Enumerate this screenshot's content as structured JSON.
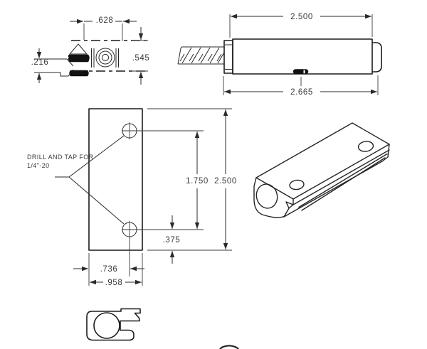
{
  "drawing": {
    "background": "#ffffff",
    "line_color": "#1c1c1c",
    "text_color": "#3a3a3a",
    "views": {
      "section_end_view": {
        "label": "end-section-view",
        "dims": {
          "width_top": ".628",
          "height_right": ".545",
          "height_left": ".216"
        }
      },
      "side_view": {
        "label": "side-view-with-threaded-stud",
        "dims": {
          "body_length": "2.500",
          "overall_length": "2.665"
        }
      },
      "plan_view": {
        "label": "mounting-plate-plan-view",
        "dims": {
          "hole_spacing": "1.750",
          "overall_height": "2.500",
          "hole_to_bottom_edge": ".375",
          "hole_center_from_left": ".736",
          "overall_width": ".958"
        },
        "note_line1": "DRILL AND TAP FOR",
        "note_line2": "1/4\"-20"
      },
      "isometric_view": {
        "label": "isometric-view"
      },
      "profile_view": {
        "label": "end-profile-view"
      },
      "partial_view": {
        "label": "partial-shape-at-bottom-edge"
      }
    }
  }
}
